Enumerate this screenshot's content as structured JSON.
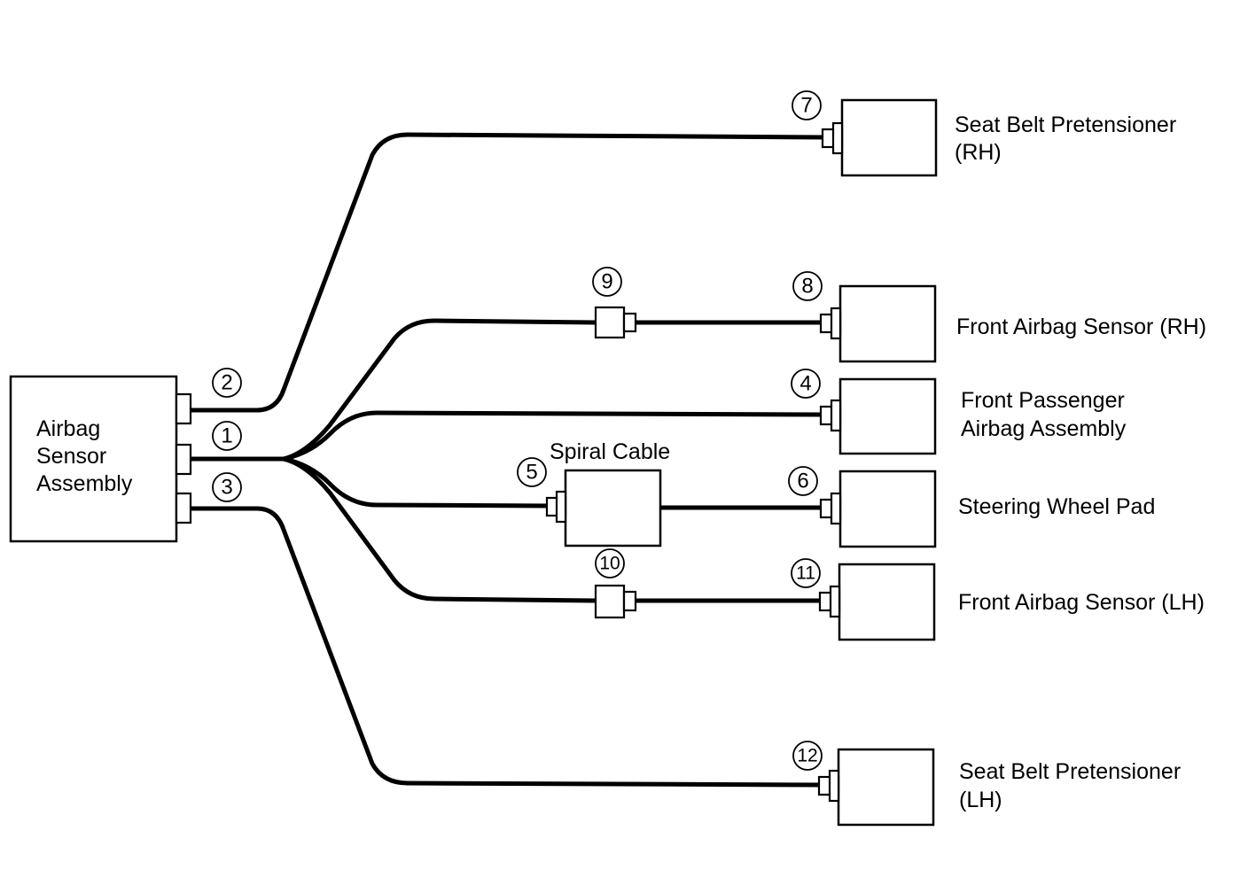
{
  "main_unit": {
    "label_lines": [
      "Airbag",
      "Sensor",
      "Assembly"
    ]
  },
  "components": {
    "pretensioner_rh": {
      "lines": [
        "Seat Belt Pretensioner",
        "(RH)"
      ]
    },
    "front_sensor_rh": {
      "lines": [
        "Front Airbag Sensor (RH)"
      ]
    },
    "passenger_airbag": {
      "lines": [
        "Front Passenger",
        "Airbag Assembly"
      ]
    },
    "spiral_cable": {
      "label": "Spiral Cable"
    },
    "steering_pad": {
      "lines": [
        "Steering Wheel Pad"
      ]
    },
    "front_sensor_lh": {
      "lines": [
        "Front Airbag Sensor (LH)"
      ]
    },
    "pretensioner_lh": {
      "lines": [
        "Seat Belt Pretensioner",
        "(LH)"
      ]
    }
  },
  "connectors": {
    "c1": "1",
    "c2": "2",
    "c3": "3",
    "c4": "4",
    "c5": "5",
    "c6": "6",
    "c7": "7",
    "c8": "8",
    "c9": "9",
    "c10": "10",
    "c11": "11",
    "c12": "12"
  }
}
